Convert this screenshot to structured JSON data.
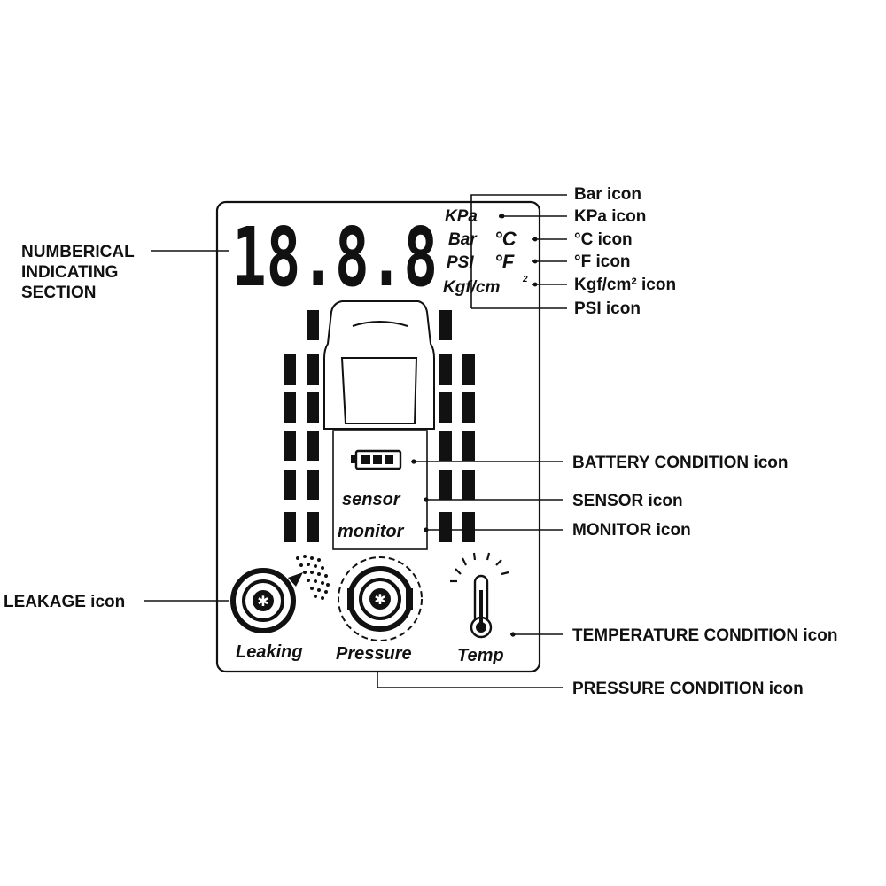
{
  "display": {
    "digits": "18.8.8",
    "units": {
      "kpa": "KPa",
      "bar": "Bar",
      "psi": "PSI",
      "kgf": "Kgf/cm",
      "kgf_sup": "2",
      "celsius": "°C",
      "fahrenheit": "°F"
    },
    "sensor_label": "sensor",
    "monitor_label": "monitor",
    "leaking_label": "Leaking",
    "pressure_label": "Pressure",
    "temp_label": "Temp"
  },
  "callouts": {
    "numerical_line1": "NUMBERICAL",
    "numerical_line2": "INDICATING",
    "numerical_line3": "SECTION",
    "bar_icon": "Bar icon",
    "kpa_icon": "KPa icon",
    "c_icon": "°C icon",
    "f_icon": "°F icon",
    "kgf_icon": "Kgf/cm² icon",
    "psi_icon": "PSI icon",
    "battery_icon": "BATTERY CONDITION icon",
    "sensor_icon": "SENSOR icon",
    "monitor_icon": "MONITOR icon",
    "leakage_icon": "LEAKAGE icon",
    "temperature_icon": "TEMPERATURE CONDITION icon",
    "pressure_icon": "PRESSURE CONDITION icon"
  },
  "colors": {
    "ink": "#111111",
    "background": "#ffffff"
  }
}
